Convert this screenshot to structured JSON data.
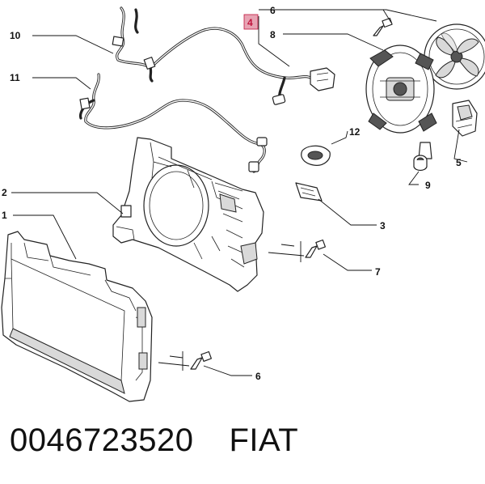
{
  "callouts": {
    "c1": "1",
    "c2": "2",
    "c3": "3",
    "c4": "4",
    "c5": "5",
    "c6a": "6",
    "c6b": "6",
    "c7": "7",
    "c8": "8",
    "c9": "9",
    "c10": "10",
    "c11": "11",
    "c12": "12"
  },
  "caption": {
    "part_number": "0046723520",
    "brand": "FIAT"
  },
  "colors": {
    "highlight_box": "#e7a3b3",
    "highlight_text": "#c0143c",
    "line": "#222222"
  }
}
